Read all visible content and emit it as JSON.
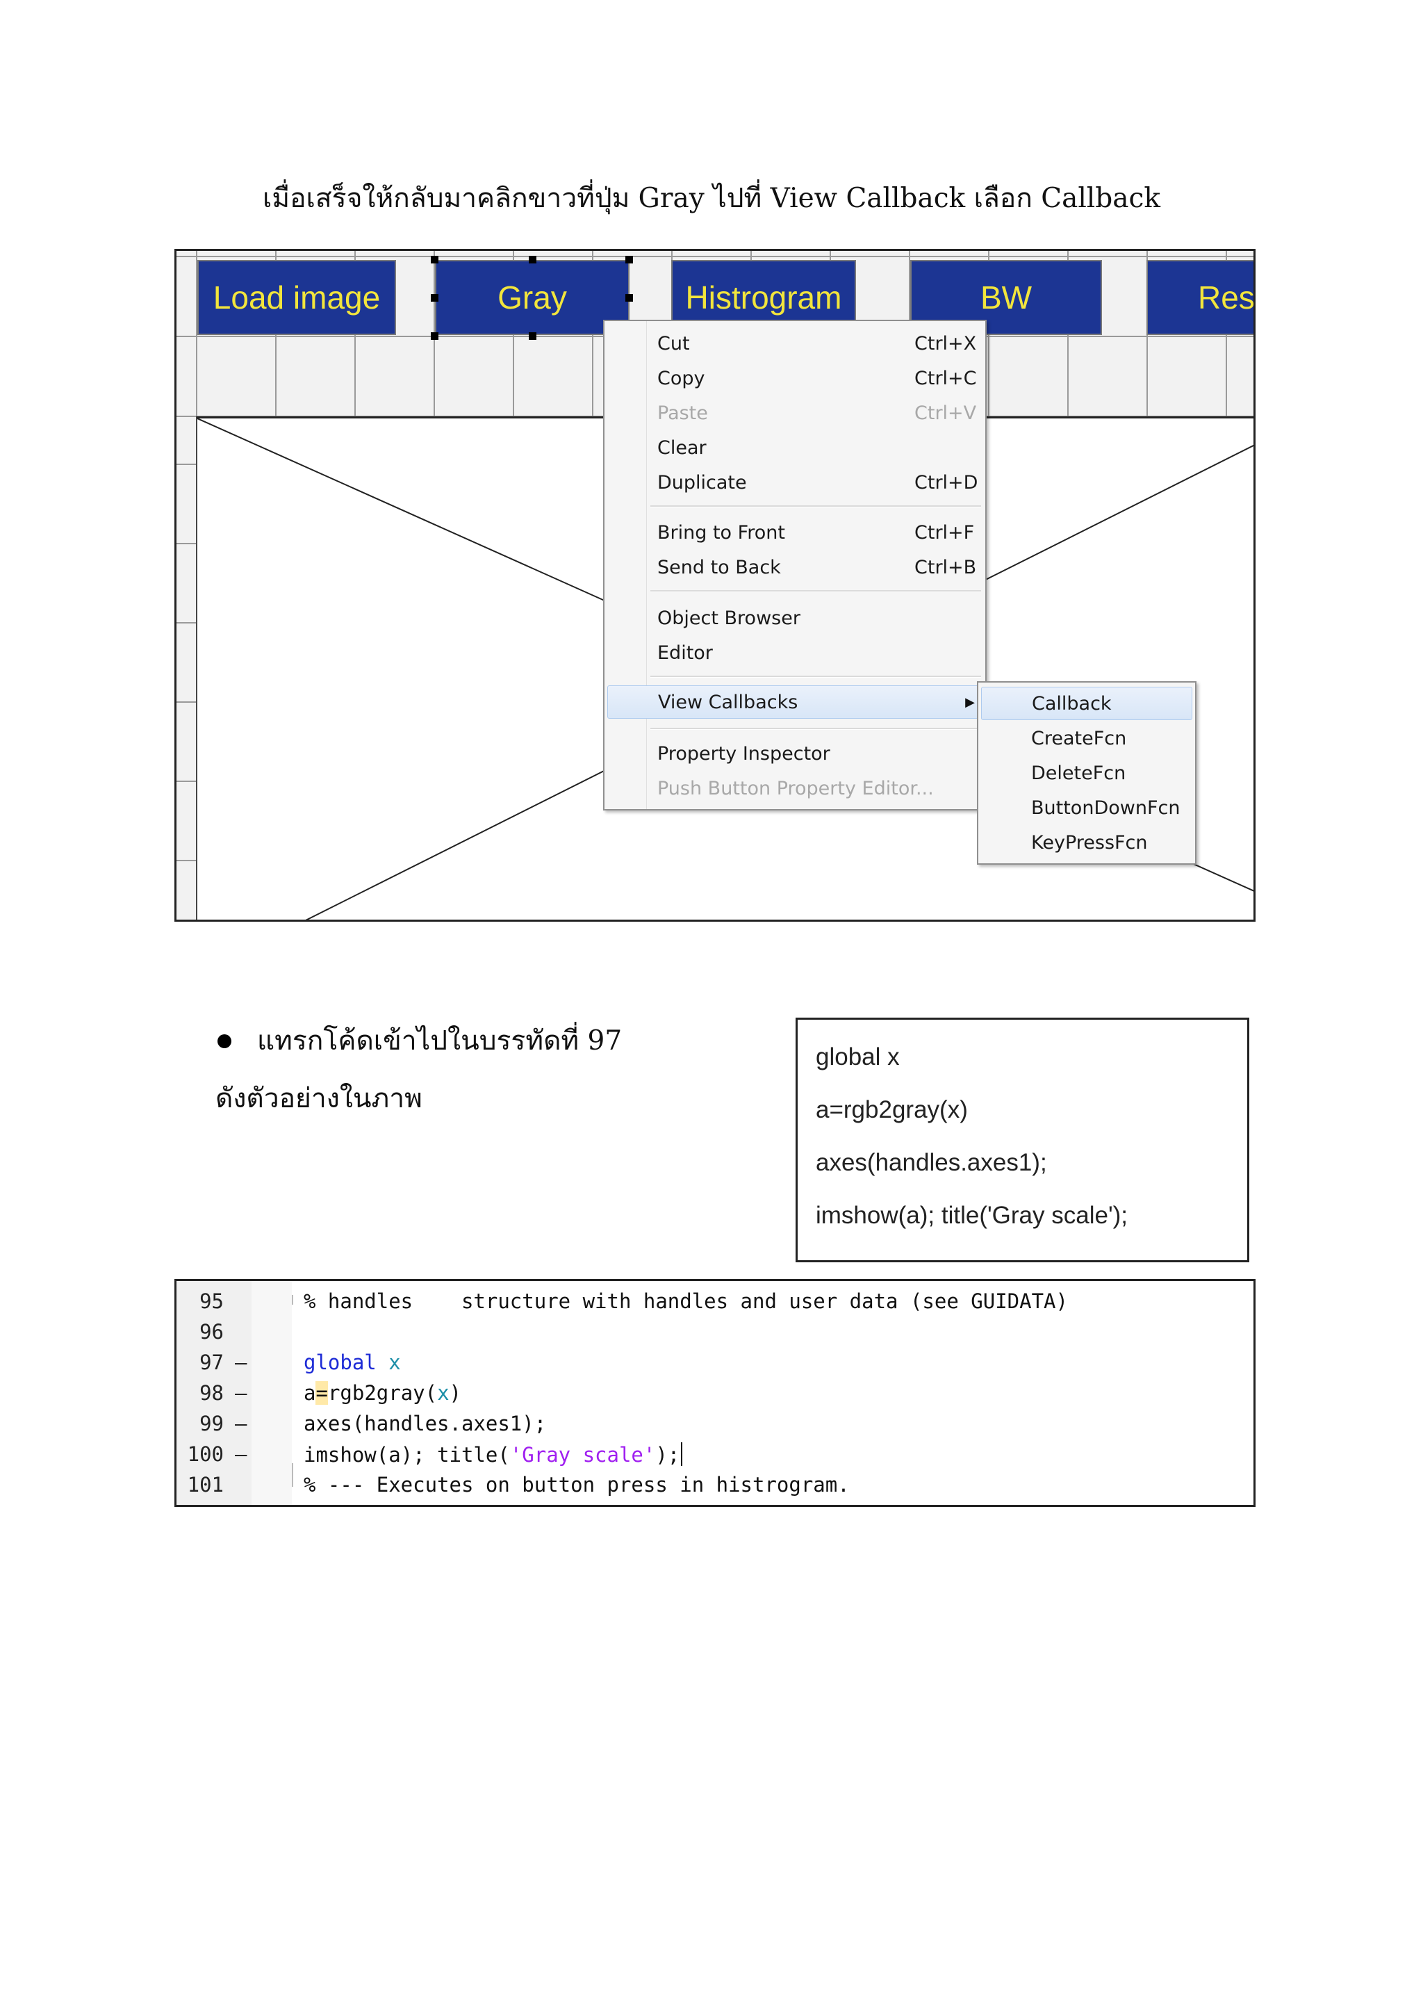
{
  "caption": "เมื่อเสร็จให้กลับมาคลิกขาวที่ปุ่ม Gray ไปที่ View Callback เลือก Callback",
  "guide": {
    "buttons": [
      {
        "label": "Load image"
      },
      {
        "label": "Gray"
      },
      {
        "label": "Histrogram"
      },
      {
        "label": "BW"
      },
      {
        "label": "Res"
      }
    ],
    "context_menu": {
      "items": [
        {
          "label": "Cut",
          "shortcut": "Ctrl+X"
        },
        {
          "label": "Copy",
          "shortcut": "Ctrl+C"
        },
        {
          "label": "Paste",
          "shortcut": "Ctrl+V"
        },
        {
          "label": "Clear",
          "shortcut": ""
        },
        {
          "label": "Duplicate",
          "shortcut": "Ctrl+D"
        },
        {
          "label": "Bring to Front",
          "shortcut": "Ctrl+F"
        },
        {
          "label": "Send to Back",
          "shortcut": "Ctrl+B"
        },
        {
          "label": "Object Browser",
          "shortcut": ""
        },
        {
          "label": "Editor",
          "shortcut": ""
        },
        {
          "label": "View Callbacks",
          "shortcut": ""
        },
        {
          "label": "Property Inspector",
          "shortcut": ""
        },
        {
          "label": "Push Button Property Editor...",
          "shortcut": ""
        }
      ]
    },
    "submenu": {
      "items": [
        {
          "label": "Callback"
        },
        {
          "label": "CreateFcn"
        },
        {
          "label": "DeleteFcn"
        },
        {
          "label": "ButtonDownFcn"
        },
        {
          "label": "KeyPressFcn"
        }
      ]
    }
  },
  "instruction": {
    "line1": "แทรกโค้ดเข้าไปในบรรทัดที่ 97",
    "line2": "ดังตัวอย่างในภาพ"
  },
  "code_card": {
    "lines": [
      "global x",
      "a=rgb2gray(x)",
      "axes(handles.axes1);",
      "imshow(a); title('Gray scale');"
    ]
  },
  "editor": {
    "line_numbers": [
      "95",
      "96",
      "97",
      "98",
      "99",
      "100",
      "101"
    ],
    "line95": "% handles    structure with handles and user data (see GUIDATA)",
    "line97_kw": "global",
    "line97_var": "x",
    "line98_a": "a",
    "line98_eq": "=",
    "line98_fn": "rgb2gray(",
    "line98_var": "x",
    "line98_close": ")",
    "line99": "axes(handles.axes1);",
    "line100_a": "imshow(a); title(",
    "line100_str": "'Gray scale'",
    "line100_b": ");",
    "line101": "% --- Executes on button press in histrogram."
  },
  "colors": {
    "button_bg": "#1c3593",
    "button_text": "#f2e53c",
    "keyword": "#1d2bd6",
    "comment": "#1e9a2c",
    "string": "#a020f0"
  }
}
